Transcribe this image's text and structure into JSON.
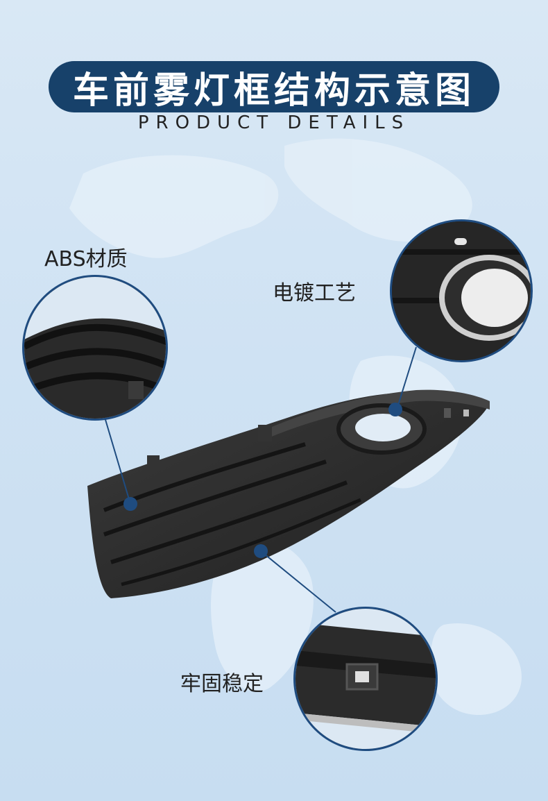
{
  "header": {
    "title": "车前雾灯框结构示意图",
    "subtitle": "PRODUCT DETAILS"
  },
  "features": [
    {
      "label": "ABS材质"
    },
    {
      "label": "电镀工艺"
    },
    {
      "label": "牢固稳定"
    }
  ],
  "colors": {
    "background": "#d3e4f4",
    "title_pill": "#17416a",
    "accent": "#1f4c80",
    "part": "#2b2b2b"
  }
}
